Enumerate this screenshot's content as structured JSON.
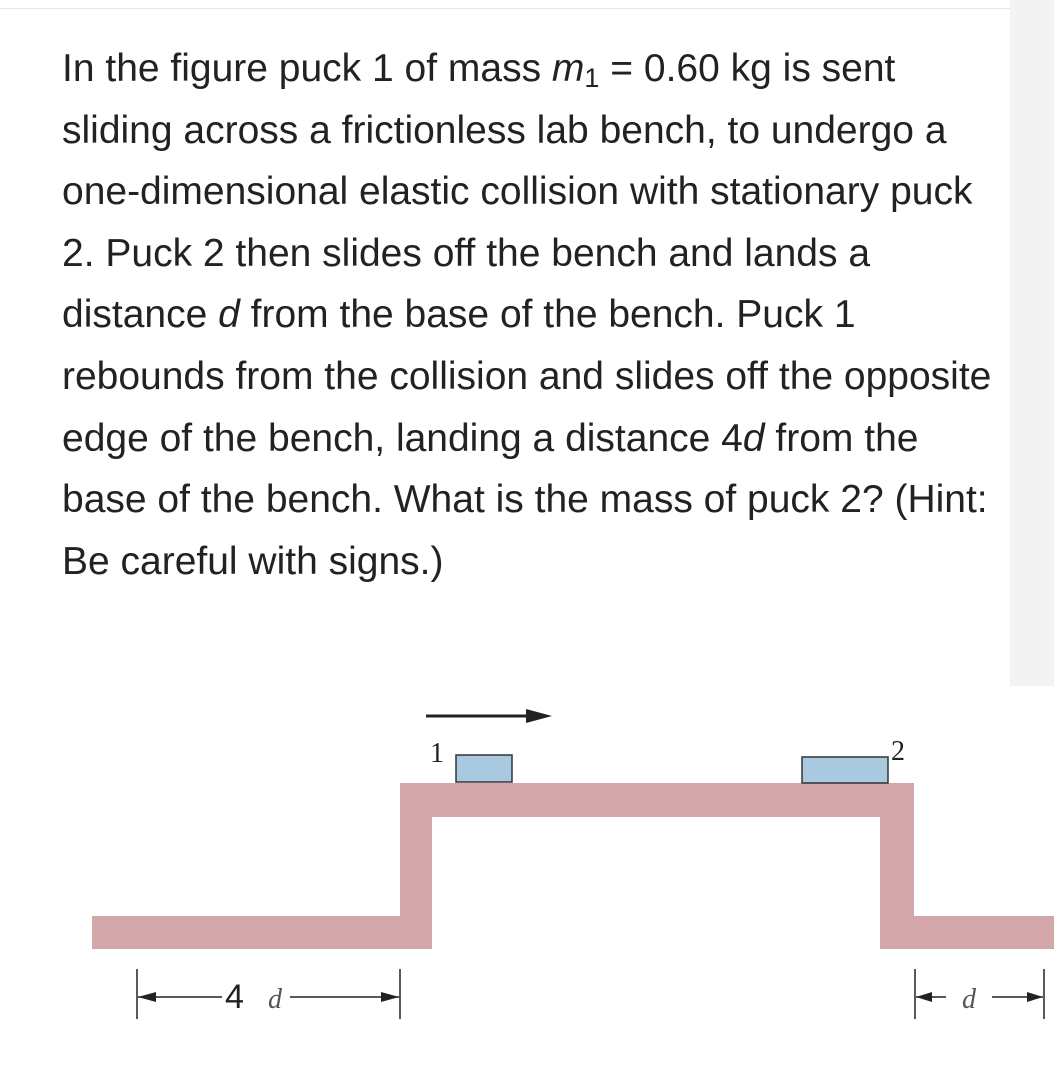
{
  "problem": {
    "seg1": "In the figure puck 1 of mass ",
    "m_symbol": "m",
    "m_subscript": "1",
    "seg2": " = 0.60 kg is sent sliding across a frictionless lab bench, to undergo a one-dimensional elastic collision with stationary puck 2. Puck 2 then slides off the bench and lands a distance ",
    "d1": "d",
    "seg3": " from the base of the bench. Puck 1 rebounds from the collision and slides off the opposite edge of the bench, landing a distance 4",
    "d2": "d",
    "seg4": " from the base of the bench. What is the mass of puck 2? (Hint: Be careful with signs.)"
  },
  "figure": {
    "puck1_label": "1",
    "puck2_label": "2",
    "dim_left_number": "4",
    "dim_left_var": "d",
    "dim_right_var": "d",
    "colors": {
      "bench": "#d3a7aa",
      "puck": "#a8c9e0",
      "puck_stroke": "#333333",
      "line": "#222222"
    }
  }
}
